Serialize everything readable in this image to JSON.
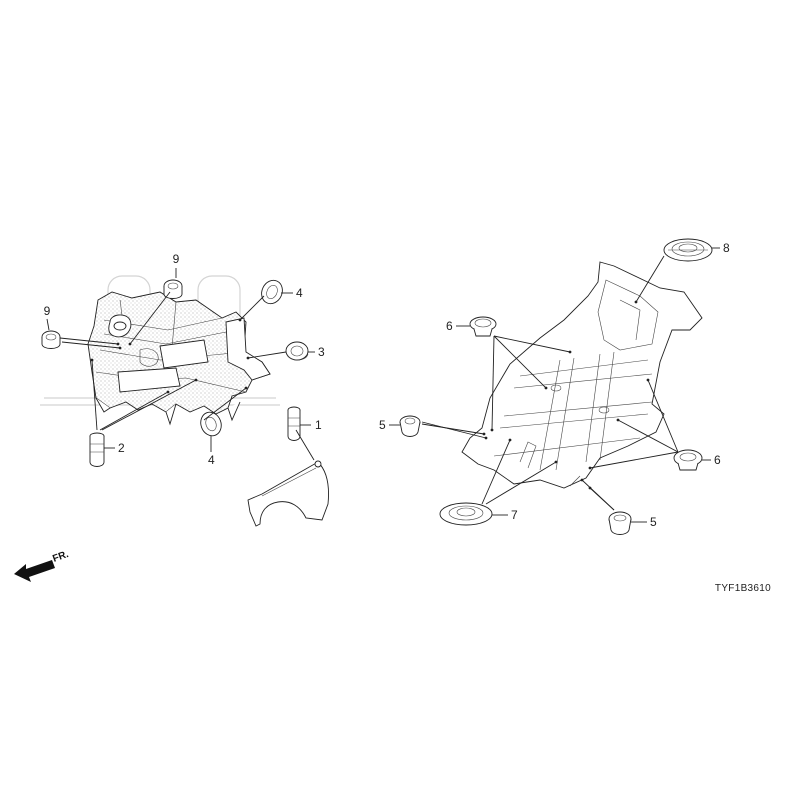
{
  "diagram": {
    "drawing_code": "TYF1B3610",
    "direction_label": "FR.",
    "callouts": {
      "c1": "1",
      "c2": "2",
      "c3": "3",
      "c4a": "4",
      "c4b": "4",
      "c5a": "5",
      "c5b": "5",
      "c6a": "6",
      "c6b": "6",
      "c7": "7",
      "c8": "8",
      "c9a": "9",
      "c9b": "9"
    }
  }
}
